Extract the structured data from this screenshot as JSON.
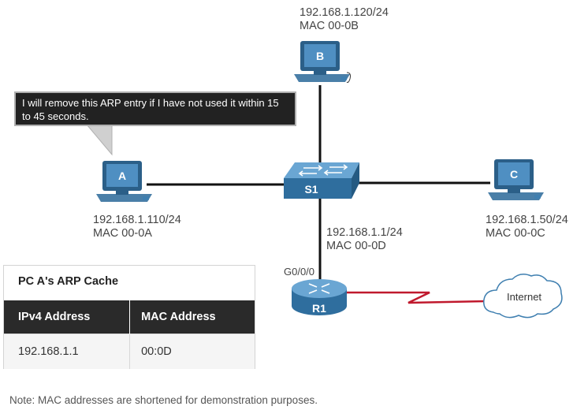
{
  "callout": {
    "line1": "I will remove this ARP entry if I have not used it within 15",
    "line2": "to 45 seconds."
  },
  "devices": {
    "pc_a": {
      "label": "A",
      "ip": "192.168.1.110/24",
      "mac": "MAC 00-0A"
    },
    "pc_b": {
      "label": "B",
      "ip": "192.168.1.120/24",
      "mac": "MAC 00-0B"
    },
    "pc_c": {
      "label": "C",
      "ip": "192.168.1.50/24",
      "mac": "MAC 00-0C"
    },
    "switch": {
      "label": "S1"
    },
    "router": {
      "label": "R1",
      "interface": "G0/0/0",
      "ip": "192.168.1.1/24",
      "mac": "MAC 00-0D"
    },
    "cloud": {
      "label": "Internet"
    }
  },
  "arp_cache": {
    "title": "PC A's ARP Cache",
    "headers": [
      "IPv4 Address",
      "MAC Address"
    ],
    "rows": [
      {
        "ipv4": "192.168.1.1",
        "mac": "00:0D"
      }
    ]
  },
  "note": "Note: MAC addresses are shortened for demonstration purposes.",
  "colors": {
    "device_blue": "#3f7fb0",
    "device_dark": "#2b5f88",
    "wan_link": "#c0192d",
    "link": "#111111"
  }
}
